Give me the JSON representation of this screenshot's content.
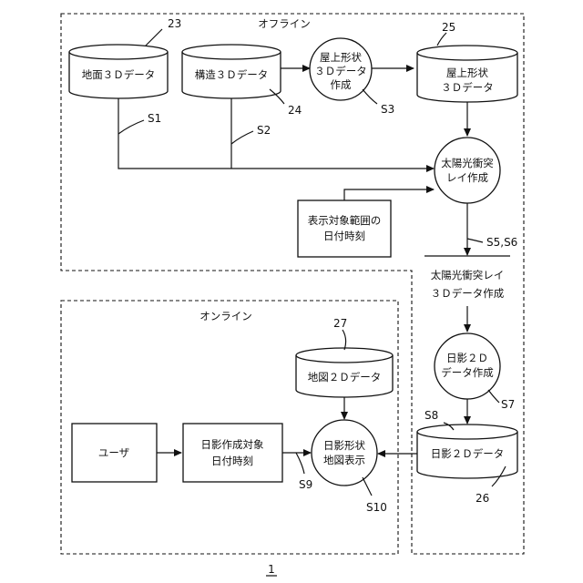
{
  "regions": {
    "offline": "オフライン",
    "online": "オンライン"
  },
  "nodes": {
    "ground3d": "地面３Ｄデータ",
    "struct3d": "構造３Ｄデータ",
    "roof_make": [
      "屋上形状",
      "３Ｄデータ",
      "作成"
    ],
    "roof3d": [
      "屋上形状",
      "３Ｄデータ"
    ],
    "ray_make": [
      "太陽光衝突",
      "レイ作成"
    ],
    "display_range": [
      "表示対象範囲の",
      "日付時刻"
    ],
    "ray3d_make": [
      "太陽光衝突レイ",
      "３Ｄデータ作成"
    ],
    "shadow2d_make": [
      "日影２Ｄ",
      "データ作成"
    ],
    "map2d": "地図２Ｄデータ",
    "shadow2d": "日影２Ｄデータ",
    "user": "ユーザ",
    "shadow_target": [
      "日影作成対象",
      "日付時刻"
    ],
    "shadow_map": [
      "日影形状",
      "地図表示"
    ]
  },
  "refs": {
    "r23": "23",
    "r24": "24",
    "r25": "25",
    "r26": "26",
    "r27": "27",
    "s1": "S1",
    "s2": "S2",
    "s3": "S3",
    "s56": "S5,S6",
    "s7": "S7",
    "s8": "S8",
    "s9": "S9",
    "s10": "S10"
  },
  "figure_number": "1"
}
